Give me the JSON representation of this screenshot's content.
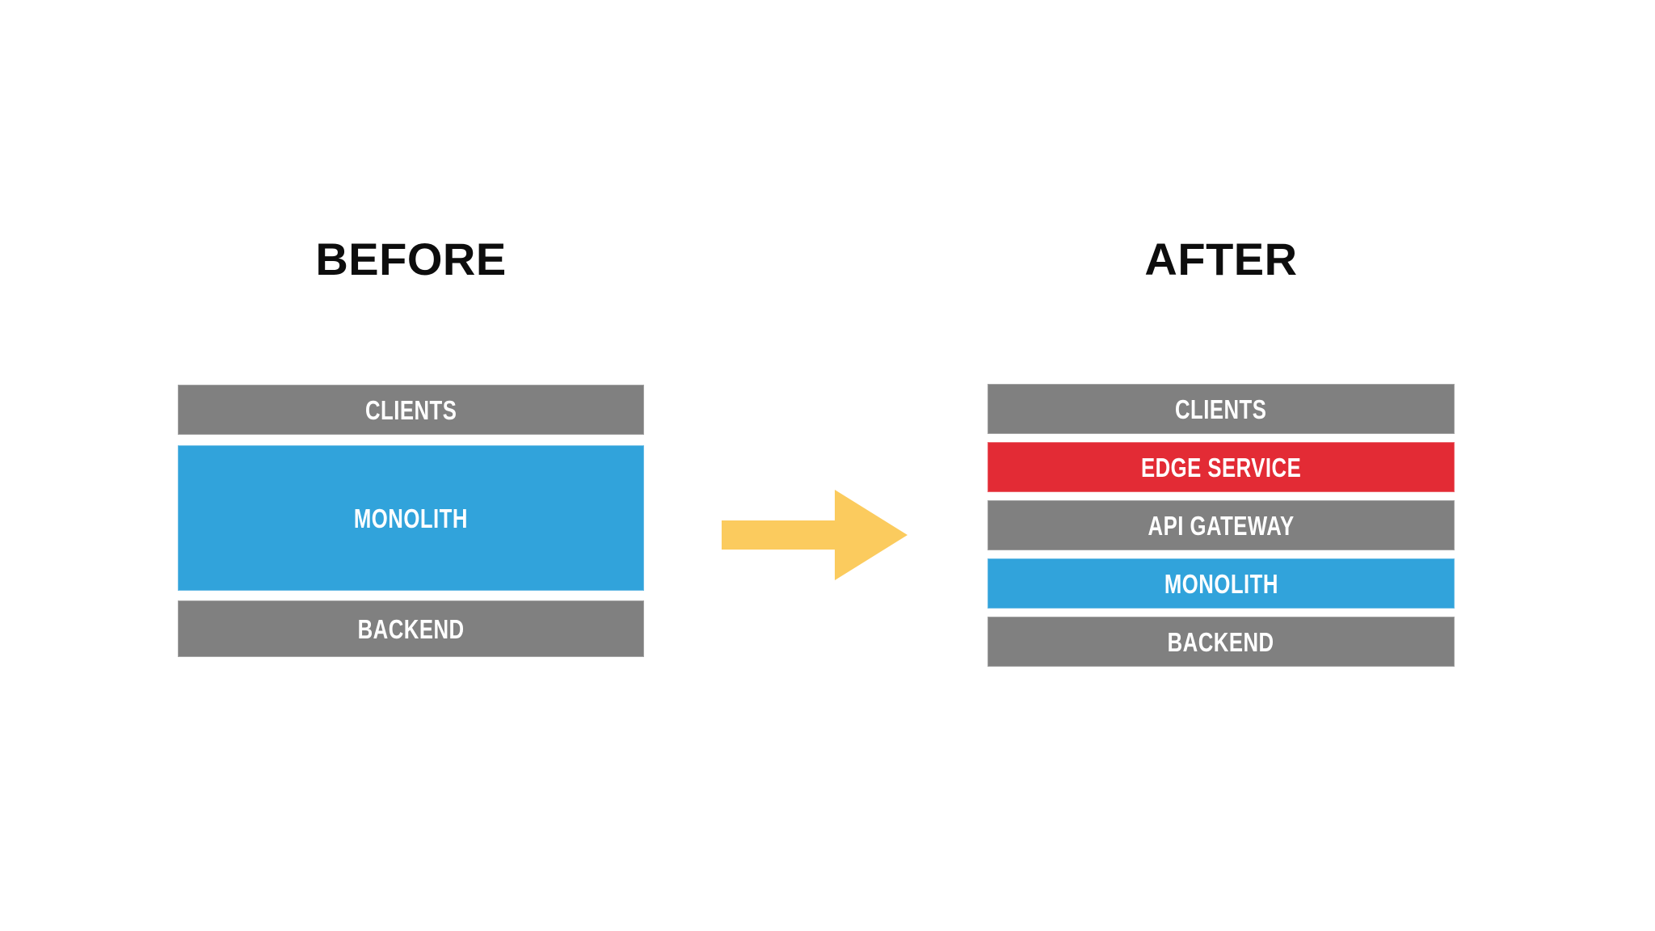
{
  "page": {
    "background_color": "#ffffff",
    "title": "Monolith to Edge Service / API Gateway architecture migration"
  },
  "palette": {
    "gray": "#808080",
    "blue": "#31a3db",
    "red": "#e32b35",
    "arrow_yellow": "#fbcb5e",
    "label_text": "#ffffff",
    "heading_text": "#0d0d0d",
    "background": "#ffffff"
  },
  "columns": [
    {
      "id": "before",
      "heading": "BEFORE",
      "layers": [
        {
          "label": "CLIENTS",
          "color": "#808080",
          "height": 62
        },
        {
          "label": "MONOLITH",
          "color": "#31a3db",
          "height": 180
        },
        {
          "label": "BACKEND",
          "color": "#808080",
          "height": 70
        }
      ]
    },
    {
      "id": "after",
      "heading": "AFTER",
      "layers": [
        {
          "label": "CLIENTS",
          "color": "#808080",
          "height": 62
        },
        {
          "label": "EDGE SERVICE",
          "color": "#e32b35",
          "height": 62
        },
        {
          "label": "API GATEWAY",
          "color": "#808080",
          "height": 62
        },
        {
          "label": "MONOLITH",
          "color": "#31a3db",
          "height": 62
        },
        {
          "label": "BACKEND",
          "color": "#808080",
          "height": 62
        }
      ]
    }
  ],
  "arrow": {
    "icon": "arrow-right-icon",
    "direction": "right",
    "color": "#fbcb5e",
    "from": "before",
    "to": "after"
  }
}
